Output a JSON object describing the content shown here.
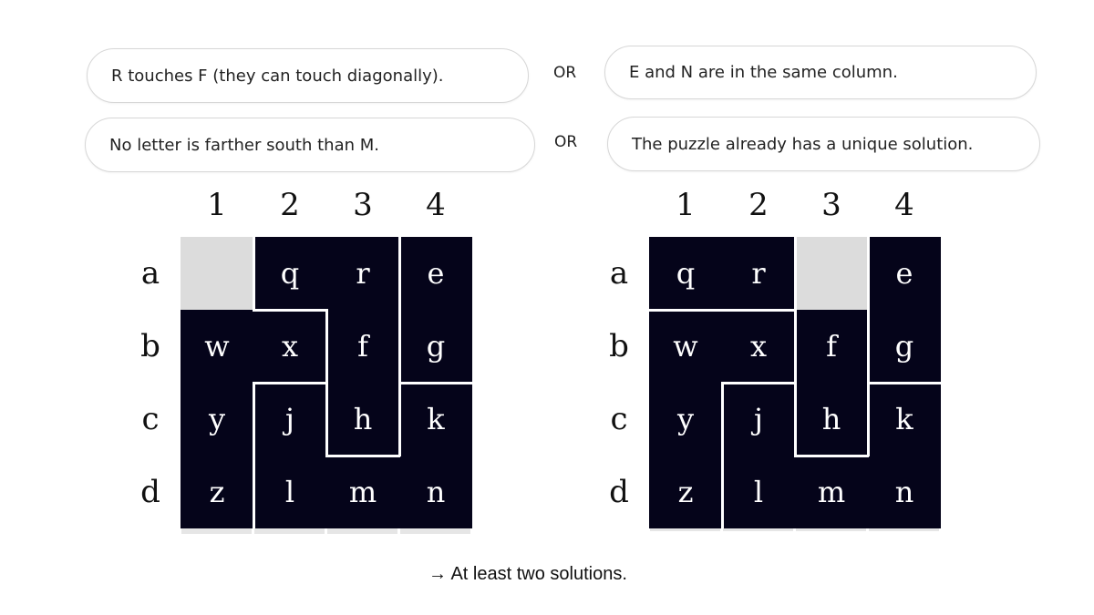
{
  "clues": [
    {
      "text": "R touches F (they can touch diagonally)."
    },
    {
      "text": "E and N are in the same column."
    },
    {
      "text": "No letter is farther south than M."
    },
    {
      "text": "The puzzle already has a unique solution."
    }
  ],
  "or_label": "OR",
  "col_labels": [
    "1",
    "2",
    "3",
    "4"
  ],
  "row_labels": [
    "a",
    "b",
    "c",
    "d"
  ],
  "grids": [
    {
      "cells": [
        [
          "",
          "q",
          "r",
          "e"
        ],
        [
          "w",
          "x",
          "f",
          "g"
        ],
        [
          "y",
          "j",
          "h",
          "k"
        ],
        [
          "z",
          "l",
          "m",
          "n"
        ]
      ]
    },
    {
      "cells": [
        [
          "q",
          "r",
          "",
          "e"
        ],
        [
          "w",
          "x",
          "f",
          "g"
        ],
        [
          "y",
          "j",
          "h",
          "k"
        ],
        [
          "z",
          "l",
          "m",
          "n"
        ]
      ]
    }
  ],
  "conclusion": "→ At least two solutions.",
  "colors": {
    "cell_dark": "#05041a",
    "cell_empty": "#dcdcdc",
    "divider": "#ffffff"
  }
}
